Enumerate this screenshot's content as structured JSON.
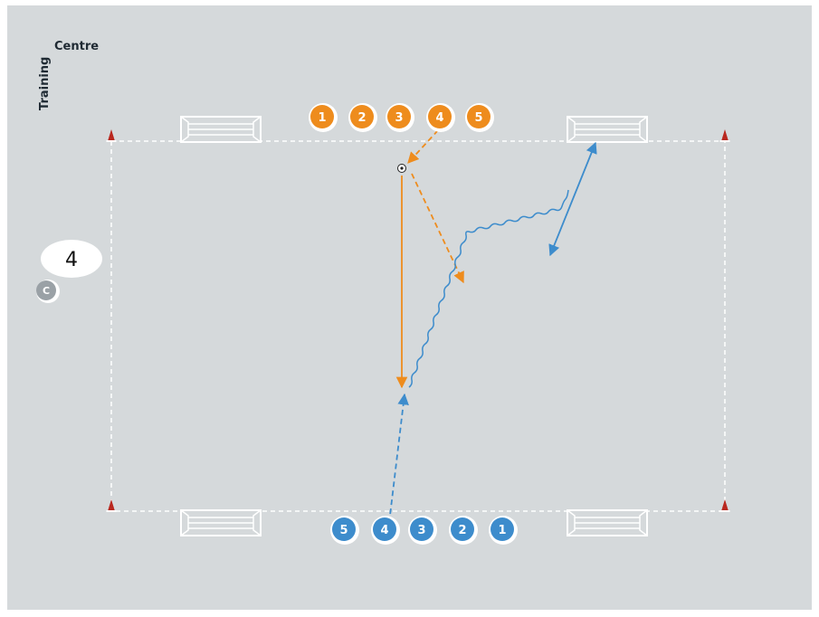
{
  "brand": {
    "line1": "Training",
    "line2": "Centre"
  },
  "callout": {
    "value": "4"
  },
  "coach": {
    "label": "C"
  },
  "colors": {
    "background": "#d5d9db",
    "pitch_line": "#ffffff",
    "orange_team": "#ee8c1d",
    "blue_team": "#3d8ccc",
    "coach": "#9aa1a6",
    "cone": "#b9281f"
  },
  "teams": {
    "orange": {
      "players": [
        "1",
        "2",
        "3",
        "4",
        "5"
      ]
    },
    "blue": {
      "players": [
        "5",
        "4",
        "3",
        "2",
        "1"
      ]
    }
  },
  "icons": {
    "ball": "soccer-ball-icon",
    "cone": "cone-icon",
    "goal": "mini-goal-icon"
  }
}
